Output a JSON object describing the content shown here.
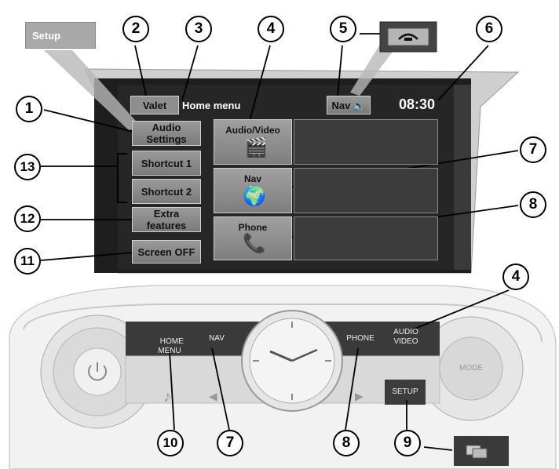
{
  "screen": {
    "valet_label": "Valet",
    "menu_title": "Home menu",
    "nav_label": "Nav",
    "clock": "08:30",
    "setup_tab": "Setup",
    "left_buttons": {
      "audio_settings": "Audio\nSettings",
      "shortcut1": "Shortcut 1",
      "shortcut2": "Shortcut 2",
      "extra_features": "Extra\nfeatures",
      "screen_off": "Screen OFF"
    },
    "tiles": {
      "audio_video": "Audio/Video",
      "nav": "Nav",
      "phone": "Phone"
    }
  },
  "console": {
    "home_menu": "HOME\nMENU",
    "nav": "NAV",
    "phone": "PHONE",
    "audio_video": "AUDIO\nVIDEO",
    "setup": "SETUP",
    "mode": "MODE"
  },
  "callouts": {
    "c1": "1",
    "c2": "2",
    "c3": "3",
    "c4_top": "4",
    "c5": "5",
    "c6": "6",
    "c7_screen": "7",
    "c8_screen": "8",
    "c13": "13",
    "c12": "12",
    "c11": "11",
    "c4_console": "4",
    "c10": "10",
    "c7_console": "7",
    "c8_console": "8",
    "c9": "9"
  }
}
